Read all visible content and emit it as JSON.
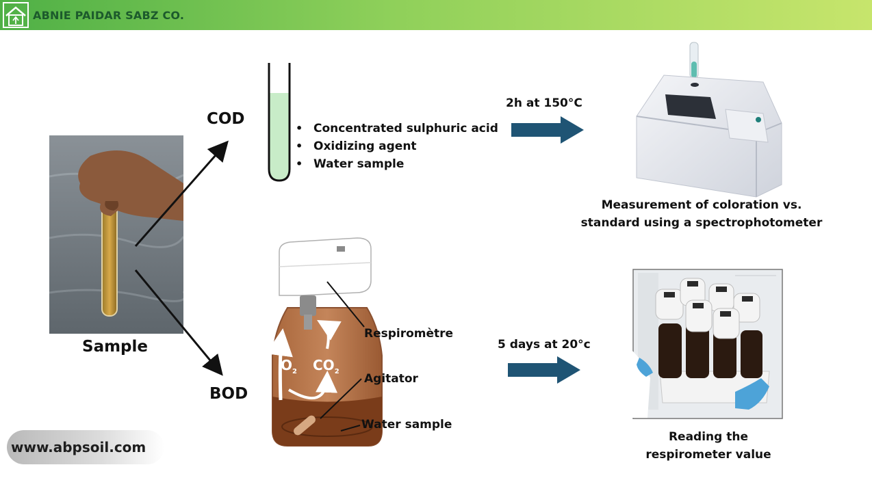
{
  "header": {
    "company": "ABNIE PAIDAR SABZ CO.",
    "logo_icon": "house-tree-logo-icon"
  },
  "sample": {
    "label": "Sample"
  },
  "cod": {
    "label": "COD",
    "reagents": [
      "Concentrated sulphuric acid",
      "Oxidizing agent",
      "Water sample"
    ],
    "condition": "2h at 150°C",
    "result_line1": "Measurement of coloration vs.",
    "result_line2": "standard using a spectrophotometer"
  },
  "bod": {
    "label": "BOD",
    "o2": "O",
    "o2_sub": "2",
    "co2": "CO",
    "co2_sub": "2",
    "parts": {
      "respirometer": "Respiromètre",
      "agitator": "Agitator",
      "water": "Water sample"
    },
    "condition": "5 days at 20°c",
    "result_line1": "Reading the",
    "result_line2": "respirometer value"
  },
  "footer": {
    "url": "www.abpsoil.com"
  },
  "colors": {
    "arrow": "#1f5474",
    "header_start": "#4fb046",
    "header_end": "#c7e56c",
    "tube_liquid": "#c8ecc8"
  }
}
